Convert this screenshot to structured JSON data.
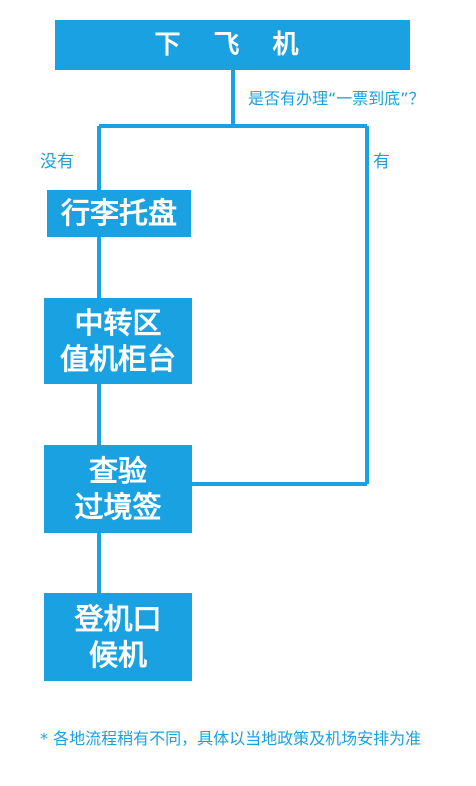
{
  "header": {
    "title": "下 飞 机"
  },
  "decision": {
    "question": "是否有办理“一票到底”？",
    "no_label": "没有",
    "yes_label": "有"
  },
  "steps": {
    "luggage": {
      "line1": "行李托盘"
    },
    "transfer": {
      "line1": "中转区",
      "line2": "值机柜台"
    },
    "inspection": {
      "line1": "查验",
      "line2": "过境签"
    },
    "boarding": {
      "line1": "登机口",
      "line2": "候机"
    }
  },
  "footnote": "* 各地流程稍有不同，具体以当地政策及机场安排为准",
  "colors": {
    "accent": "#1aa1e1",
    "background": "#ffffff",
    "box_text": "#ffffff"
  }
}
